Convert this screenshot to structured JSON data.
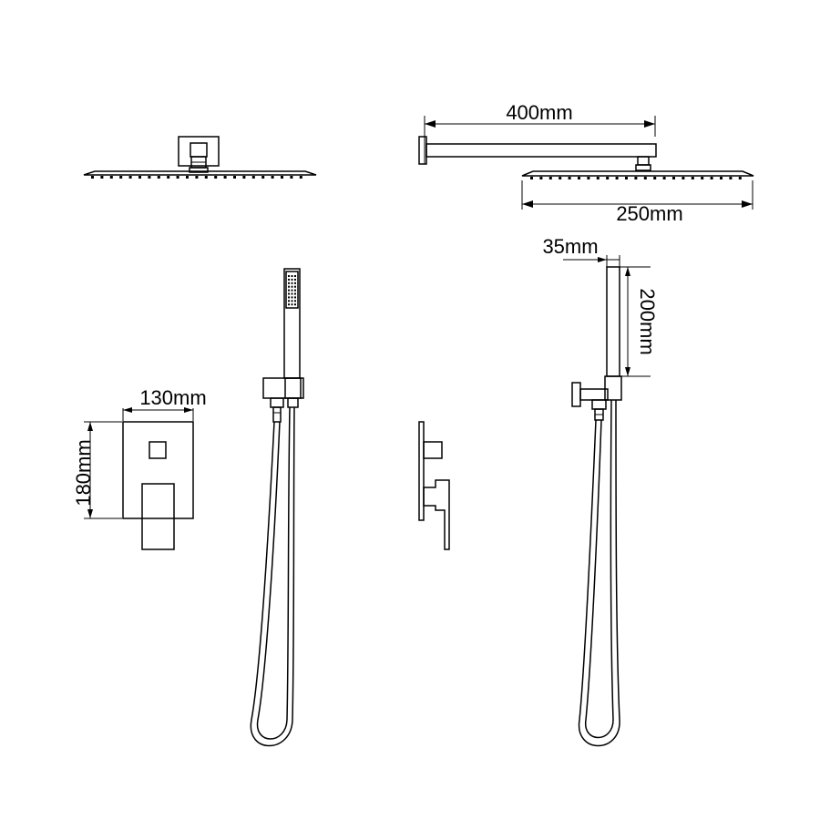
{
  "dimensions": {
    "arm_length": "400mm",
    "head_width": "250mm",
    "handle_depth": "35mm",
    "handle_length": "200mm",
    "plate_width": "130mm",
    "plate_height": "180mm"
  },
  "colors": {
    "line": "#000000",
    "background": "#ffffff"
  }
}
